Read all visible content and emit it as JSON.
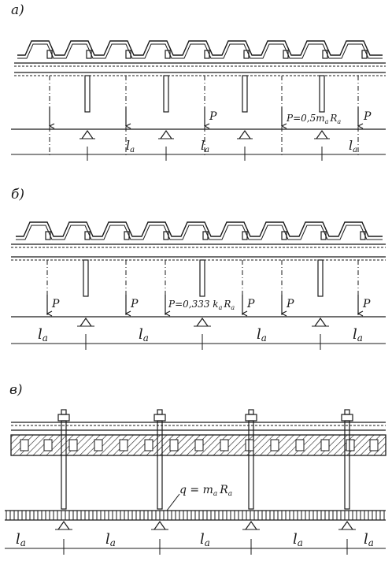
{
  "panels": {
    "a": {
      "letter": "а)",
      "load_main": "P",
      "load_formula": "P=0,5m",
      "load_formula_sub": "a",
      "load_formula_tail": "R",
      "load_formula_tail_sub": "a",
      "span": "l",
      "span_sub": "a"
    },
    "b": {
      "letter": "б)",
      "load_main": "P",
      "load_formula": "P=0,333 k",
      "load_formula_sub": "a",
      "load_formula_tail": "R",
      "load_formula_tail_sub": "a",
      "span": "l",
      "span_sub": "a"
    },
    "c": {
      "letter": "в)",
      "load_formula": "q = m",
      "load_formula_sub": "a",
      "load_formula_tail": "R",
      "load_formula_tail_sub": "a",
      "span": "l",
      "span_sub": "a"
    }
  },
  "colors": {
    "ink": "#1a1a1a",
    "paper": "#ffffff"
  }
}
